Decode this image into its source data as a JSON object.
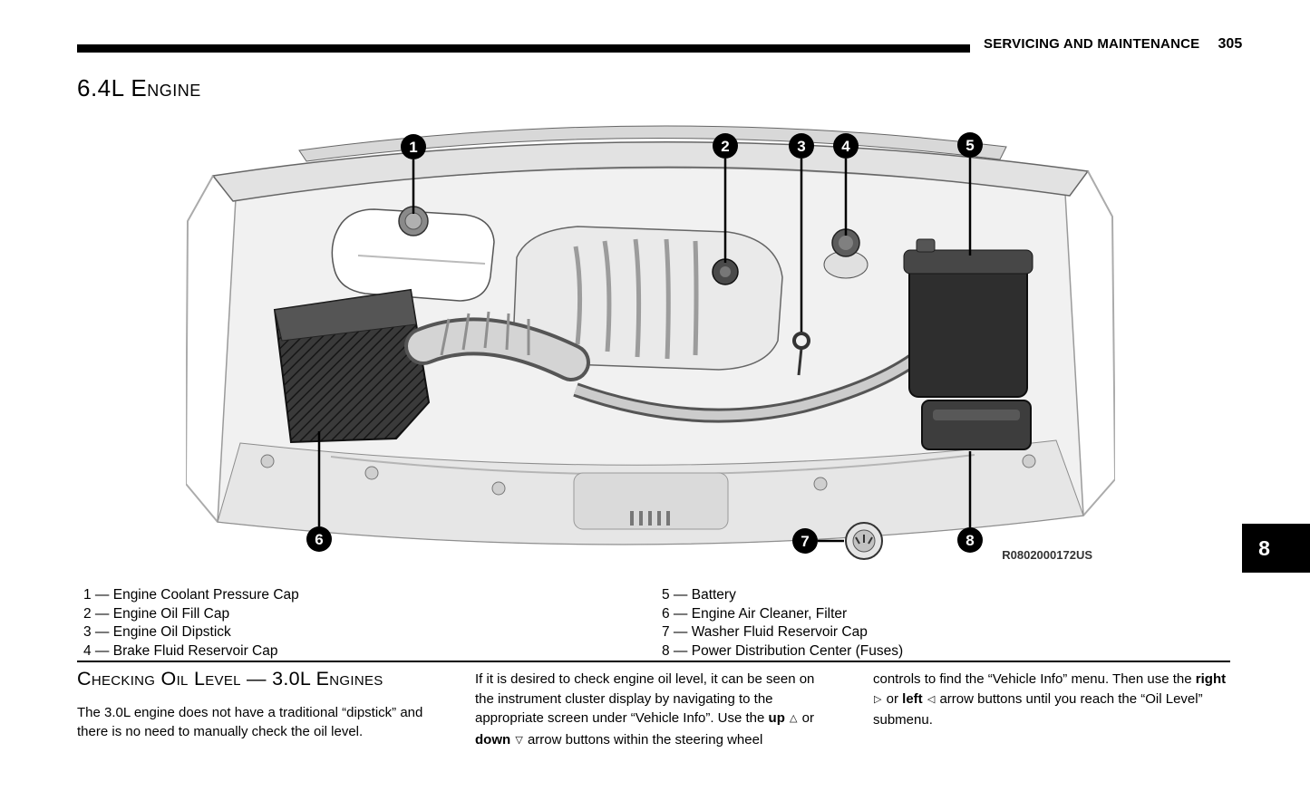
{
  "page": {
    "header": {
      "section_title": "SERVICING AND MAINTENANCE",
      "page_number": "305"
    },
    "chapter_tab": "8"
  },
  "sections": {
    "engine_heading": "6.4L Engine",
    "checking_heading": "Checking Oil Level — 3.0L Engines"
  },
  "diagram": {
    "ref_code": "R0802000172US",
    "callouts": [
      "1",
      "2",
      "3",
      "4",
      "5",
      "6",
      "7",
      "8"
    ]
  },
  "legend": {
    "left": [
      "1 — Engine Coolant Pressure Cap",
      "2 — Engine Oil Fill Cap",
      "3 — Engine Oil Dipstick",
      "4 — Brake Fluid Reservoir Cap"
    ],
    "right": [
      "5 — Battery",
      "6 — Engine Air Cleaner, Filter",
      "7 — Washer Fluid Reservoir Cap",
      "8 — Power Distribution Center (Fuses)"
    ]
  },
  "body": {
    "col1": "The 3.0L engine does not have a traditional “dipstick” and there is no need to manually check the oil level.",
    "col2": {
      "t1": "If it is desired to check engine oil level, it can be seen on the instrument cluster display by navigating to the appropriate screen under “Vehicle Info”. Use the ",
      "b1": "up",
      "t2": " ",
      "g1": "△",
      "t3": " or ",
      "b2": "down",
      "t4": " ",
      "g2": "▽",
      "t5": " arrow buttons within the steering wheel"
    },
    "col3": {
      "t1": "controls to find the “Vehicle Info” menu. Then use the ",
      "b1": "right",
      "t2": " ",
      "g1": "▷",
      "t3": " or ",
      "b2": "left",
      "t4": " ",
      "g2": "◁",
      "t5": " arrow buttons until you reach the “Oil Level” submenu."
    }
  }
}
